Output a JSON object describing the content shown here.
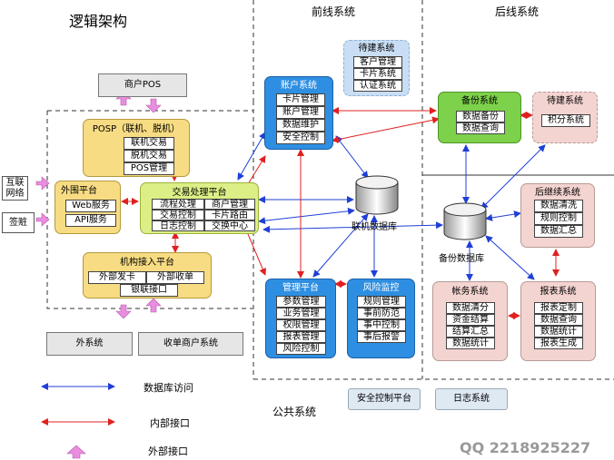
{
  "title": "逻辑架构",
  "sections": {
    "front": "前线系统",
    "back": "后线系统",
    "public": "公共系统"
  },
  "merchant_pos": "商户POS",
  "posp": {
    "title": "POSP（联机、脱机）",
    "items": [
      "联机交易",
      "脱机交易",
      "POS管理"
    ]
  },
  "peripheral": {
    "title": "外围平台",
    "items": [
      "Web服务",
      "API服务"
    ]
  },
  "side_boxes": {
    "internet": "互联网络",
    "tax": "签赃"
  },
  "trade": {
    "title": "交易处理平台",
    "items": [
      "流程处理",
      "商户管理",
      "交易控制",
      "卡片路由",
      "日志控制",
      "交换中心"
    ]
  },
  "institution": {
    "title": "机构接入平台",
    "items": [
      "外部发卡",
      "外部收单",
      "银联接口"
    ]
  },
  "account": {
    "title": "账户系统",
    "items": [
      "卡片管理",
      "账户管理",
      "数据维护",
      "安全控制"
    ]
  },
  "pending_front": {
    "title": "待建系统",
    "items": [
      "客户管理",
      "卡片系统",
      "认证系统"
    ]
  },
  "online_db": "联机数据库",
  "mgmt": {
    "title": "管理平台",
    "items": [
      "参数管理",
      "业务管理",
      "权限管理",
      "报表管理",
      "风险控制"
    ]
  },
  "risk": {
    "title": "风险监控",
    "items": [
      "规则管理",
      "事前防范",
      "事中控制",
      "事后报警"
    ]
  },
  "backup": {
    "title": "备份系统",
    "items": [
      "数据备份",
      "数据查询"
    ]
  },
  "pending_back": {
    "title": "待建系统",
    "items": [
      "积分系统"
    ]
  },
  "clearing": {
    "title": "后继续系统",
    "items": [
      "数据清洗",
      "规则控制",
      "数据汇总"
    ]
  },
  "backup_db": "备份数据库",
  "accounting": {
    "title": "帐务系统",
    "items": [
      "数据清分",
      "资金结算",
      "结算汇总",
      "数据统计"
    ]
  },
  "report": {
    "title": "报表系统",
    "items": [
      "报表定制",
      "数据查询",
      "数据统计",
      "报表生成"
    ]
  },
  "external": [
    "外系统",
    "收单商户系统"
  ],
  "public_items": [
    "安全控制平台",
    "日志系统"
  ],
  "legend": {
    "db_access": "数据库访问",
    "internal": "内部接口",
    "external": "外部接口"
  },
  "colors": {
    "blue_line": "#1f3fd6",
    "red_line": "#e02020",
    "pink_arrow": "#e98de0"
  },
  "watermark": "QQ 2218925227"
}
